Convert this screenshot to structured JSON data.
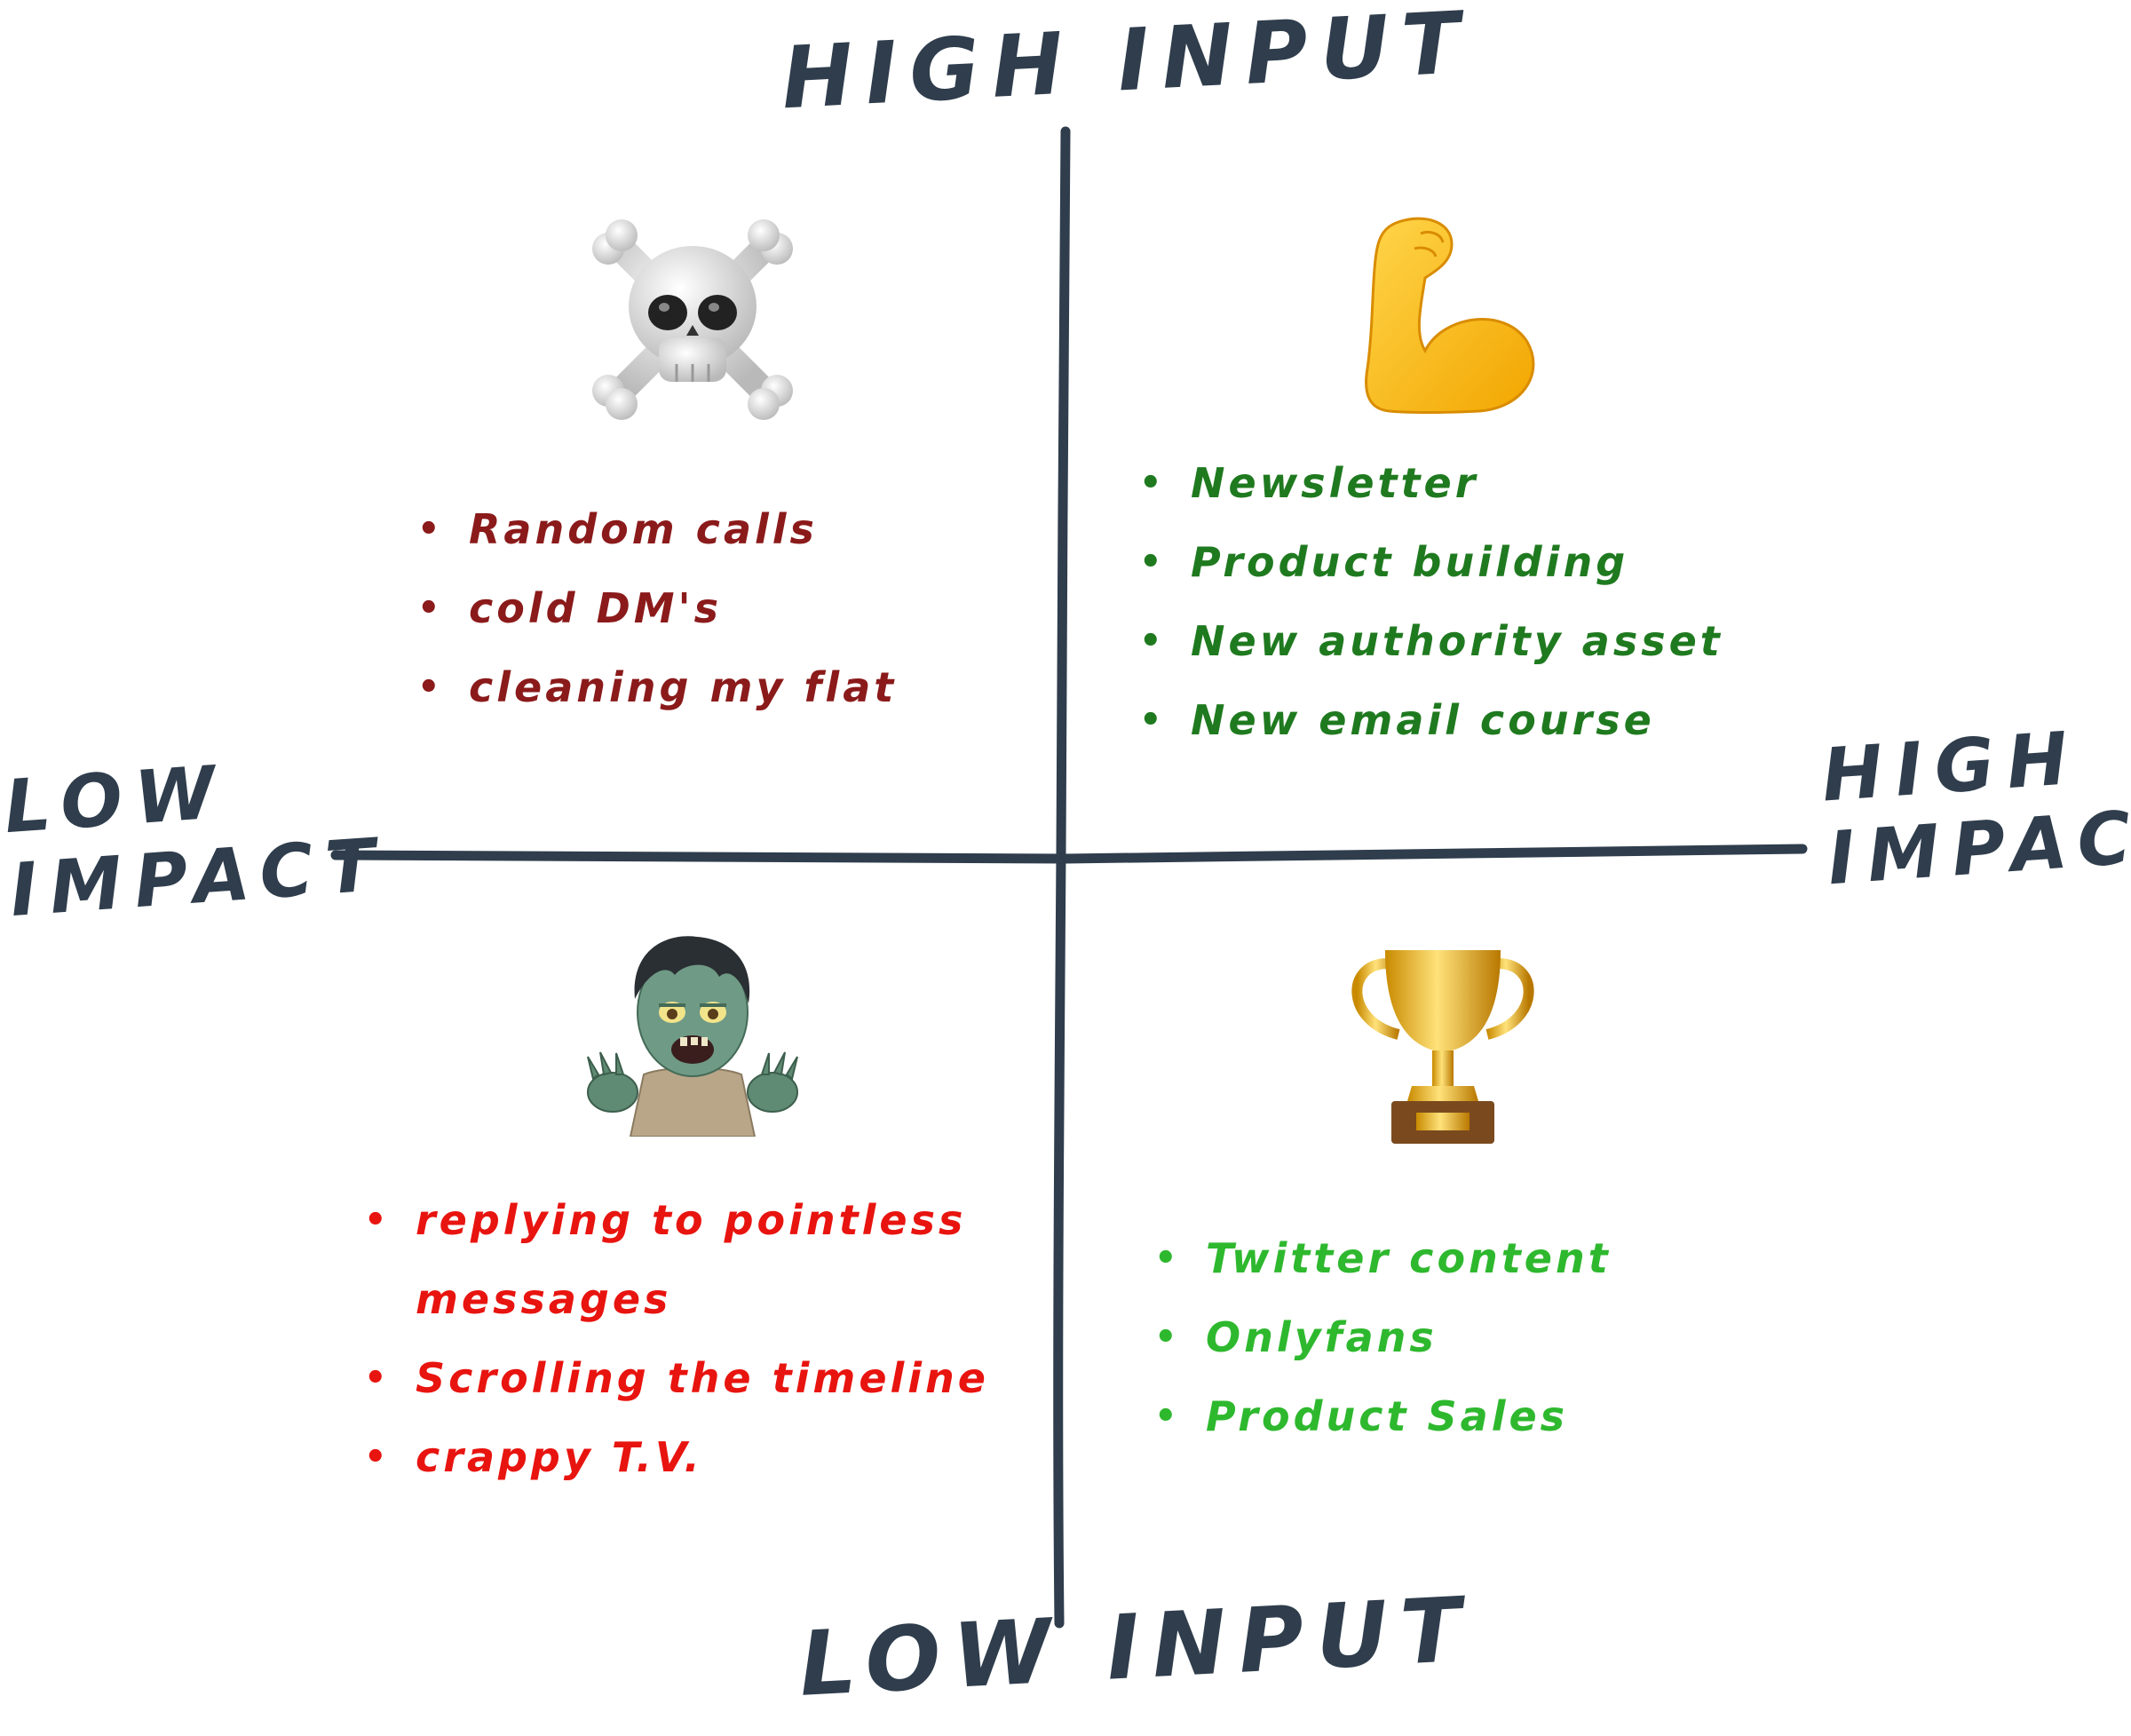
{
  "axes": {
    "top_label": "HIGH INPUT",
    "bottom_label": "LOW INPUT",
    "left_label": "LOW IMPACT",
    "right_label": "HIGH IMPACT",
    "line_color": "#2f3d4c"
  },
  "quadrants": {
    "top_left": {
      "icon": "skull-and-crossbones-icon",
      "color": "#8b1a1a",
      "items": [
        "Random calls",
        "cold DM's",
        "cleaning my flat"
      ]
    },
    "top_right": {
      "icon": "flexed-biceps-icon",
      "color": "#1f7a1f",
      "items": [
        "Newsletter",
        "Product building",
        "New authority asset",
        "New email course"
      ]
    },
    "bottom_left": {
      "icon": "zombie-icon",
      "color": "#e8140f",
      "items": [
        "replying to pointless messages",
        "Scrolling the timeline",
        "crappy T.V."
      ]
    },
    "bottom_right": {
      "icon": "trophy-icon",
      "color": "#2eb82e",
      "items": [
        "Twitter content",
        "Onlyfans",
        "Product Sales"
      ]
    }
  }
}
